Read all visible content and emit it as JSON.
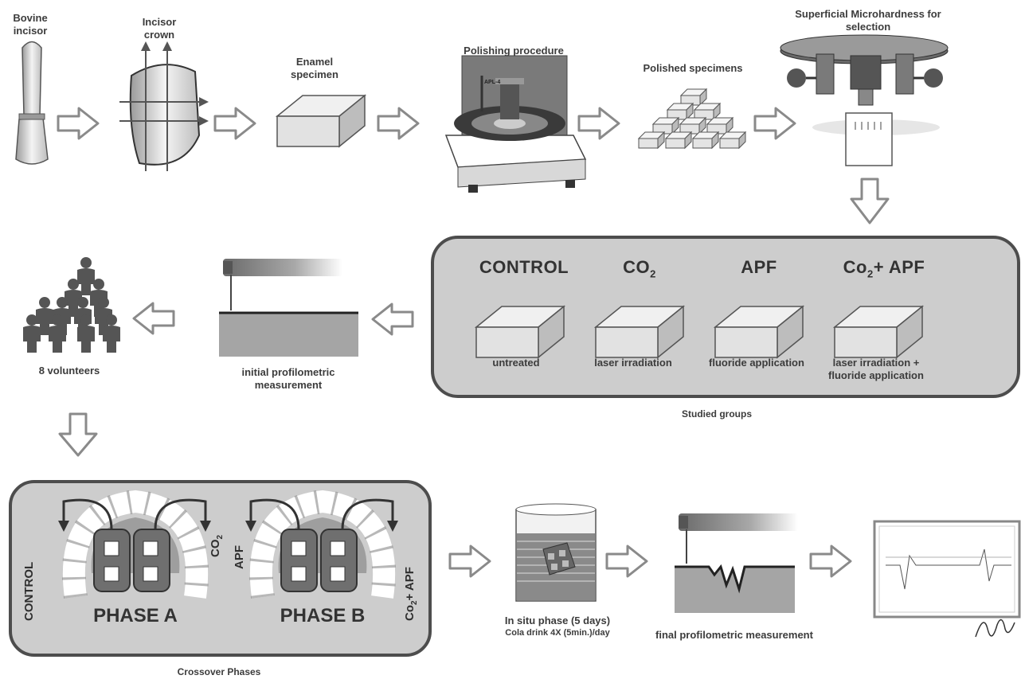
{
  "steps": {
    "bovine_incisor": "Bovine incisor",
    "incisor_crown": "Incisor crown",
    "enamel_specimen": "Enamel specimen",
    "polishing_procedure": "Polishing procedure",
    "polishing_machine_label": "APL-4",
    "polished_specimens": "Polished specimens",
    "microhardness": "Superficial Microhardness for selection"
  },
  "groups": {
    "caption": "Studied groups",
    "items": [
      {
        "name": "CONTROL",
        "sub": "",
        "desc": "untreated"
      },
      {
        "name": "CO",
        "sub": "2",
        "desc": "laser irradiation"
      },
      {
        "name": "APF",
        "sub": "",
        "desc": "fluoride application"
      },
      {
        "name": "Co",
        "sub": "2",
        "name_suffix": "+ APF",
        "desc": "laser irradiation + fluoride application"
      }
    ]
  },
  "profilometry": {
    "initial": "initial profilometric measurement",
    "final": "final profilometric measurement"
  },
  "volunteers": "8 volunteers",
  "crossover": {
    "caption": "Crossover Phases",
    "phase_a": "PHASE A",
    "phase_b": "PHASE B",
    "a_left": "CONTROL",
    "a_right_base": "CO",
    "a_right_sub": "2",
    "b_left": "APF",
    "b_right_base": "Co",
    "b_right_sub": "2",
    "b_right_suffix": "+ APF"
  },
  "in_situ": {
    "title": "In situ phase (5 days)",
    "detail": "Cola drink 4X (5min.)/day"
  },
  "colors": {
    "panel_fill": "#cdcdcd",
    "panel_border": "#4d4d4d",
    "arrow_stroke": "#8a8a8a",
    "text": "#3a3a3a"
  }
}
